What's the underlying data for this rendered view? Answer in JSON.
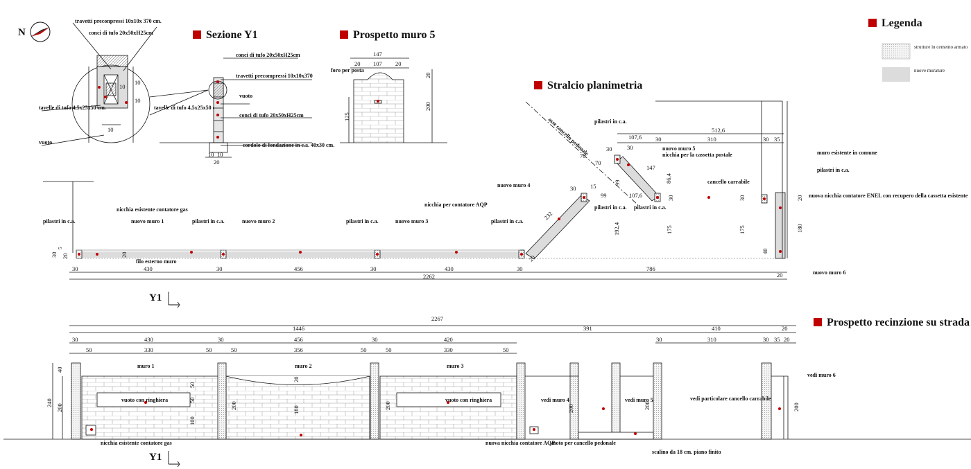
{
  "titles": {
    "sezione": "Sezione Y1",
    "prospetto_muro5": "Prospetto muro 5",
    "stralcio": "Stralcio planimetria",
    "prospetto_recinzione": "Prospetto recinzione su strada",
    "legenda": "Legenda"
  },
  "compass": {
    "label": "N"
  },
  "legend": {
    "cemento": "strutture in cemento armato",
    "murature": "nuove murature"
  },
  "detail": {
    "travetti": "travetti preconpressi 10x10x 370 cm.",
    "conci": "conci di tufo 20x50xH25cm",
    "tavelle_left": "tavelle di tufo 4,5x25x50 cm.",
    "tavelle_right": "tavelle di tufo 4,5x25x50 cm.",
    "vuoto": "vuoto",
    "d10a": "10",
    "d10b": "10",
    "d10c": "10",
    "d10d": "10"
  },
  "sezione": {
    "conci_top": "conci di tufo 20x50xH25cm",
    "travetti": "travetti precompressi 10x10x370",
    "vuoto": "vuoto",
    "conci_mid": "conci di tufo 20x50xH25cm",
    "cordolo": "cordolo di fondazione in c.a. 40x30 cm.",
    "d10a": "10",
    "d10b": "10",
    "d20": "20"
  },
  "muro5": {
    "d147": "147",
    "d20a": "20",
    "d107": "107",
    "d20b": "20",
    "foro": "foro per posta",
    "d125": "125",
    "d20v": "20",
    "d200": "200"
  },
  "plan": {
    "asse": "asse cancello pedonale",
    "pilastri_top": "pilastri in c.a.",
    "nuovo_muro5": "nuovo muro 5",
    "nicchia_postale": "nicchia per la cassetta postale",
    "d1076": "107,6",
    "d30a": "30",
    "d310": "310",
    "d30b": "30",
    "d35": "35",
    "d5126": "512,6",
    "d70a": "70",
    "d70b": "70",
    "d30c": "30",
    "d30d": "30",
    "d147": "147",
    "d864": "86,4",
    "d99v": "99",
    "nuovo_muro4": "nuovo muro 4",
    "d30e": "30",
    "d15": "15",
    "d99h": "99",
    "d1076b": "107,6",
    "pilastri_a": "pilastri in c.a.",
    "pilastri_b": "pilastri in c.a.",
    "d30f": "30",
    "cancello_carrabile": "cancello carrabile",
    "muro_esistente": "muro esistente in comune",
    "pilastri_c": "pilastri in c.a.",
    "nicchia_enel": "nuova nicchia contatore ENEL con recupero della cassetta esistente",
    "d30g": "30",
    "d20r": "20",
    "d180": "180",
    "nicchia_aqp": "nicchia per contatore AQP",
    "d232": "232",
    "d1924": "192,4",
    "d175a": "175",
    "d175b": "175",
    "nicchia_gas": "nicchia esistente contatore gas",
    "nuovo_muro1": "nuovo muro 1",
    "nuovo_muro2": "nuovo muro 2",
    "nuovo_muro3": "nuovo muro 3",
    "pil1": "pilastri in c.a.",
    "pil2": "pilastri in c.a.",
    "pil3": "pilastri in c.a.",
    "pil4": "pilastri in c.a.",
    "filo": "filo esterno muro",
    "d30l": "30",
    "d5": "5",
    "d20l": "20",
    "d20m": "20",
    "d30_1": "30",
    "d430a": "430",
    "d30_2": "30",
    "d456": "456",
    "d30_3": "30",
    "d430b": "430",
    "d30_4": "30",
    "d786": "786",
    "d20end": "20",
    "d40": "40",
    "d20c": "20",
    "d2262": "2262",
    "nuovo_muro6": "nuovo muro 6",
    "y1": "Y1"
  },
  "elev": {
    "d2267": "2267",
    "d1446": "1446",
    "d391": "391",
    "d410": "410",
    "d20e": "20",
    "t30a": "30",
    "t430": "430",
    "t30b": "30",
    "t456": "456",
    "t30c": "30",
    "t420": "420",
    "t30d": "30",
    "t310": "310",
    "t30e": "30",
    "t35": "35",
    "t20": "20",
    "b50a": "50",
    "b330a": "330",
    "b50b": "50",
    "b50c": "50",
    "b356": "356",
    "b50d": "50",
    "b50e": "50",
    "b330b": "330",
    "b50f": "50",
    "muro1": "muro 1",
    "muro2": "muro 2",
    "muro3": "muro 3",
    "vuoto1": "vuoto con ringhiera",
    "vuoto3": "vuoto con ringhiera",
    "vedi4": "vedi muro 4",
    "vedi5": "vedi muro 5",
    "vedi6": "vedi muro 6",
    "vedi_cancello": "vedi particolare cancello carrabile",
    "h240": "240",
    "h40": "40",
    "h200a": "200",
    "h50a": "50",
    "h50b": "50",
    "h100": "100",
    "h200b": "200",
    "h20": "20",
    "h180": "180",
    "h200c": "200",
    "h200d": "200",
    "h200e": "200",
    "h200f": "200",
    "nicchia_gas": "nicchia esistente contatore gas",
    "nicchia_aqp": "nuova nicchia contatore AQP",
    "vuoto_cancello": "vuoto per cancello pedonale",
    "scalino": "scalino da 18 cm. piano finito",
    "y1": "Y1"
  }
}
